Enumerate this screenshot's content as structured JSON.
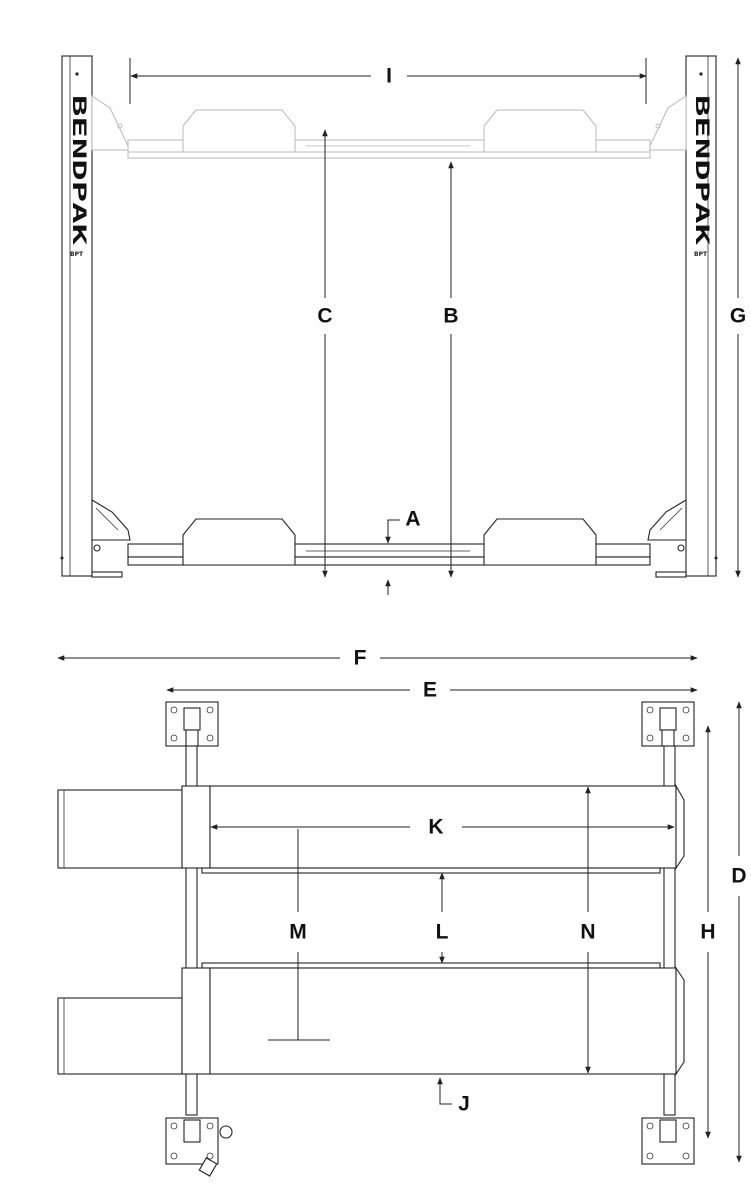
{
  "brand": {
    "name": "BENDPAK",
    "sub": "BPT"
  },
  "dimension_labels": {
    "A": "A",
    "B": "B",
    "C": "C",
    "D": "D",
    "E": "E",
    "F": "F",
    "G": "G",
    "H": "H",
    "I": "I",
    "J": "J",
    "K": "K",
    "L": "L",
    "M": "M",
    "N": "N"
  }
}
